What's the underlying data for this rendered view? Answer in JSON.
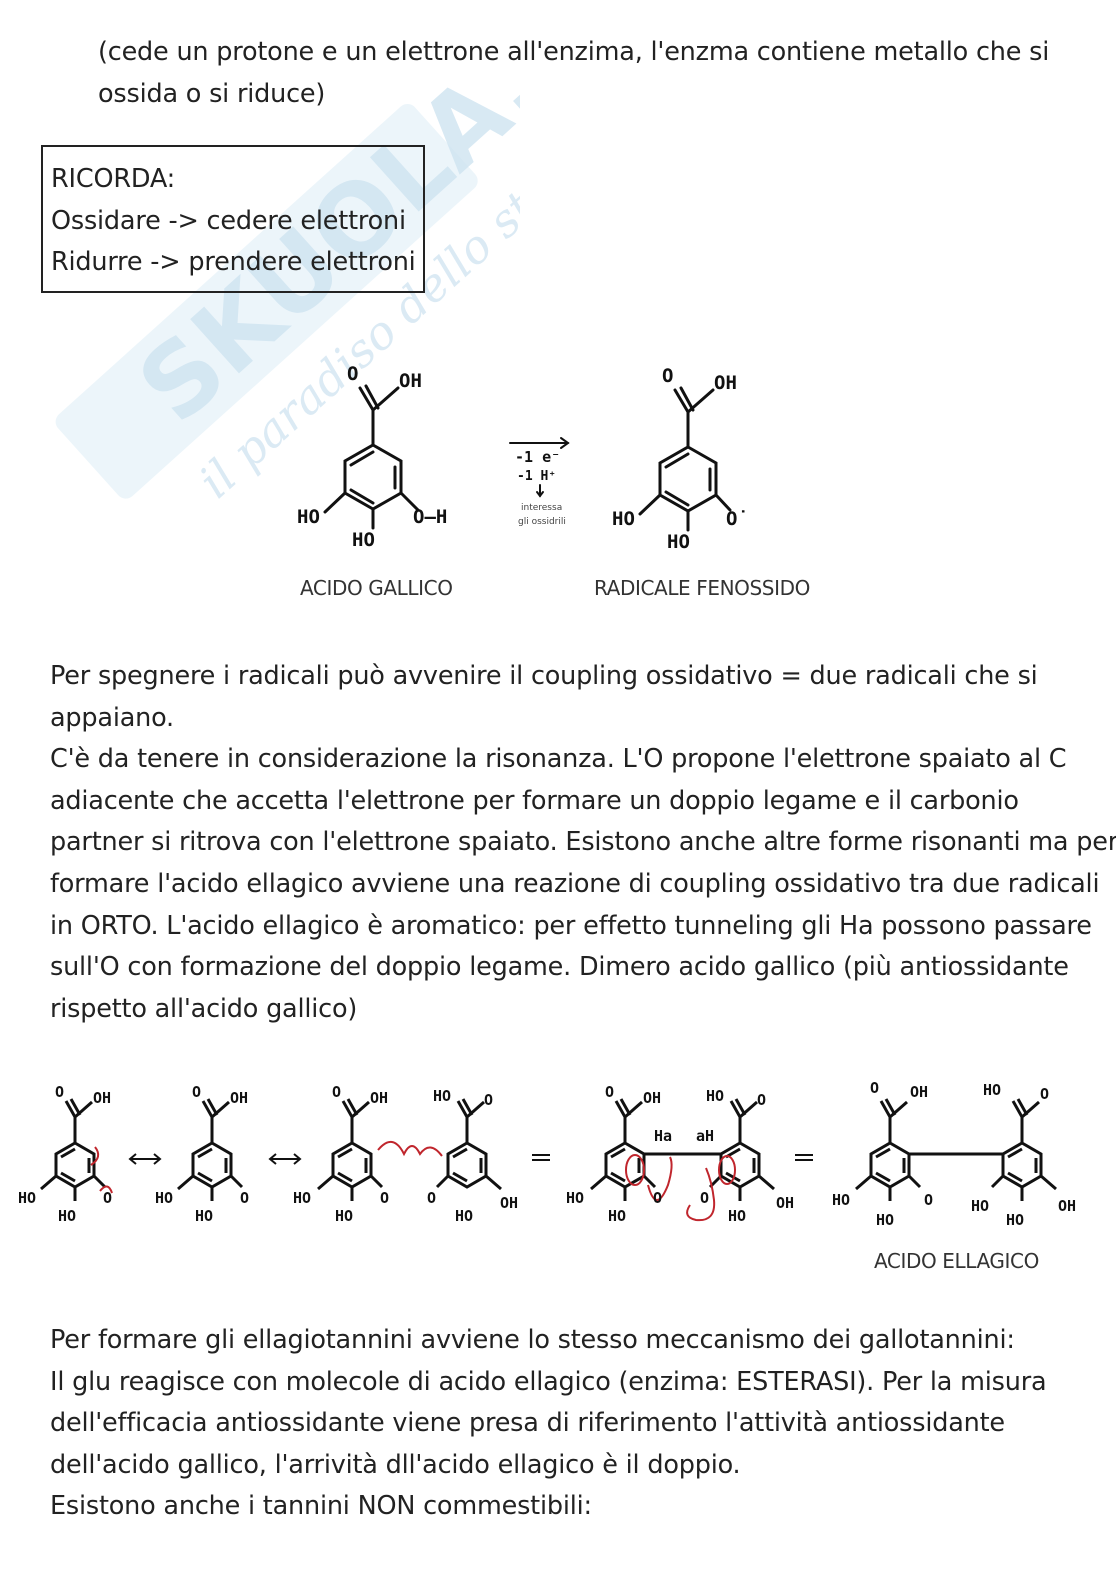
{
  "watermark": {
    "brand": "SKUOLA.net",
    "tagline": "il paradiso dello studente"
  },
  "intro": {
    "lines": [
      "(cede un protone e un elettrone all'enzima, l'enzma contiene metallo che si",
      "ossida o si riduce)"
    ]
  },
  "remind": {
    "title": "RICORDA:",
    "lines": [
      "Ossidare -> cedere elettroni",
      "Ridurre -> prendere elettroni"
    ]
  },
  "scheme1": {
    "left_label": "ACIDO GALLICO",
    "right_label": "RADICALE FENOSSIDO",
    "arrow_top": "-1 e⁻",
    "arrow_mid": "-1 H⁺",
    "arrow_note_1": "interessa",
    "arrow_note_2": "gli ossidrili",
    "atoms": {
      "o": "O",
      "oh": "OH",
      "ho": "HO",
      "o_h": "O—H",
      "o_rad": "O˙"
    }
  },
  "paragraph1": {
    "lines": [
      "Per  spegnere i radicali può avvenire il coupling ossidativo = due radicali che si",
      "appaiano.",
      "C'è da tenere in considerazione la risonanza. L'O propone l'elettrone spaiato al C",
      "adiacente che accetta l'elettrone per formare un doppio legame e il carbonio",
      "partner si ritrova con l'elettrone spaiato. Esistono anche altre forme risonanti ma per",
      "formare l'acido ellagico avviene una reazione di coupling ossidativo tra due radicali",
      "in ORTO. L'acido ellagico è aromatico: per effetto tunneling gli Ha possono passare",
      "sull'O con formazione del doppio legame. Dimero acido gallico (più antiossidante",
      "rispetto all'acido gallico)"
    ]
  },
  "scheme2": {
    "product_label": "ACIDO ELLAGICO",
    "atoms": {
      "o": "O",
      "oh": "OH",
      "ho": "HO",
      "ha": "Ha",
      "ah": "aH"
    }
  },
  "paragraph2": {
    "lines": [
      "Per formare gli ellagiotannini avviene lo stesso meccanismo dei gallotannini:",
      "Il glu reagisce con molecole di acido ellagico (enzima: ESTERASI). Per la misura",
      "dell'efficacia antiossidante viene presa di riferimento l'attività antiossidante",
      "dell'acido gallico, l'arrività dll'acido ellagico è il doppio.",
      "Esistono anche i tannini NON commestibili:"
    ]
  }
}
